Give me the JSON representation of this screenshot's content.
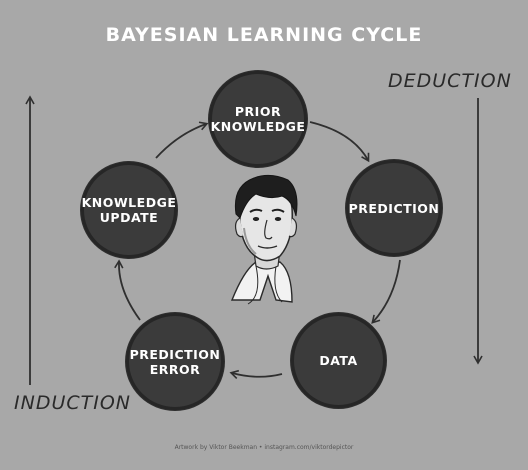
{
  "title": "BAYESIAN LEARNING CYCLE",
  "side_labels": {
    "deduction": "DEDUCTION",
    "induction": "INDUCTION"
  },
  "nodes": {
    "prior_knowledge": "PRIOR\nKNOWLEDGE",
    "prediction": "PREDICTION",
    "data": "DATA",
    "prediction_error": "PREDICTION\nERROR",
    "knowledge_update": "KNOWLEDGE\nUPDATE"
  },
  "credit": "Artwork by Viktor Beekman • instagram.com/viktordepictor",
  "colors": {
    "background": "#a8a8a8",
    "node_fill": "#3b3b3b",
    "title": "#ffffff",
    "arrows": "#2f2f2f"
  }
}
